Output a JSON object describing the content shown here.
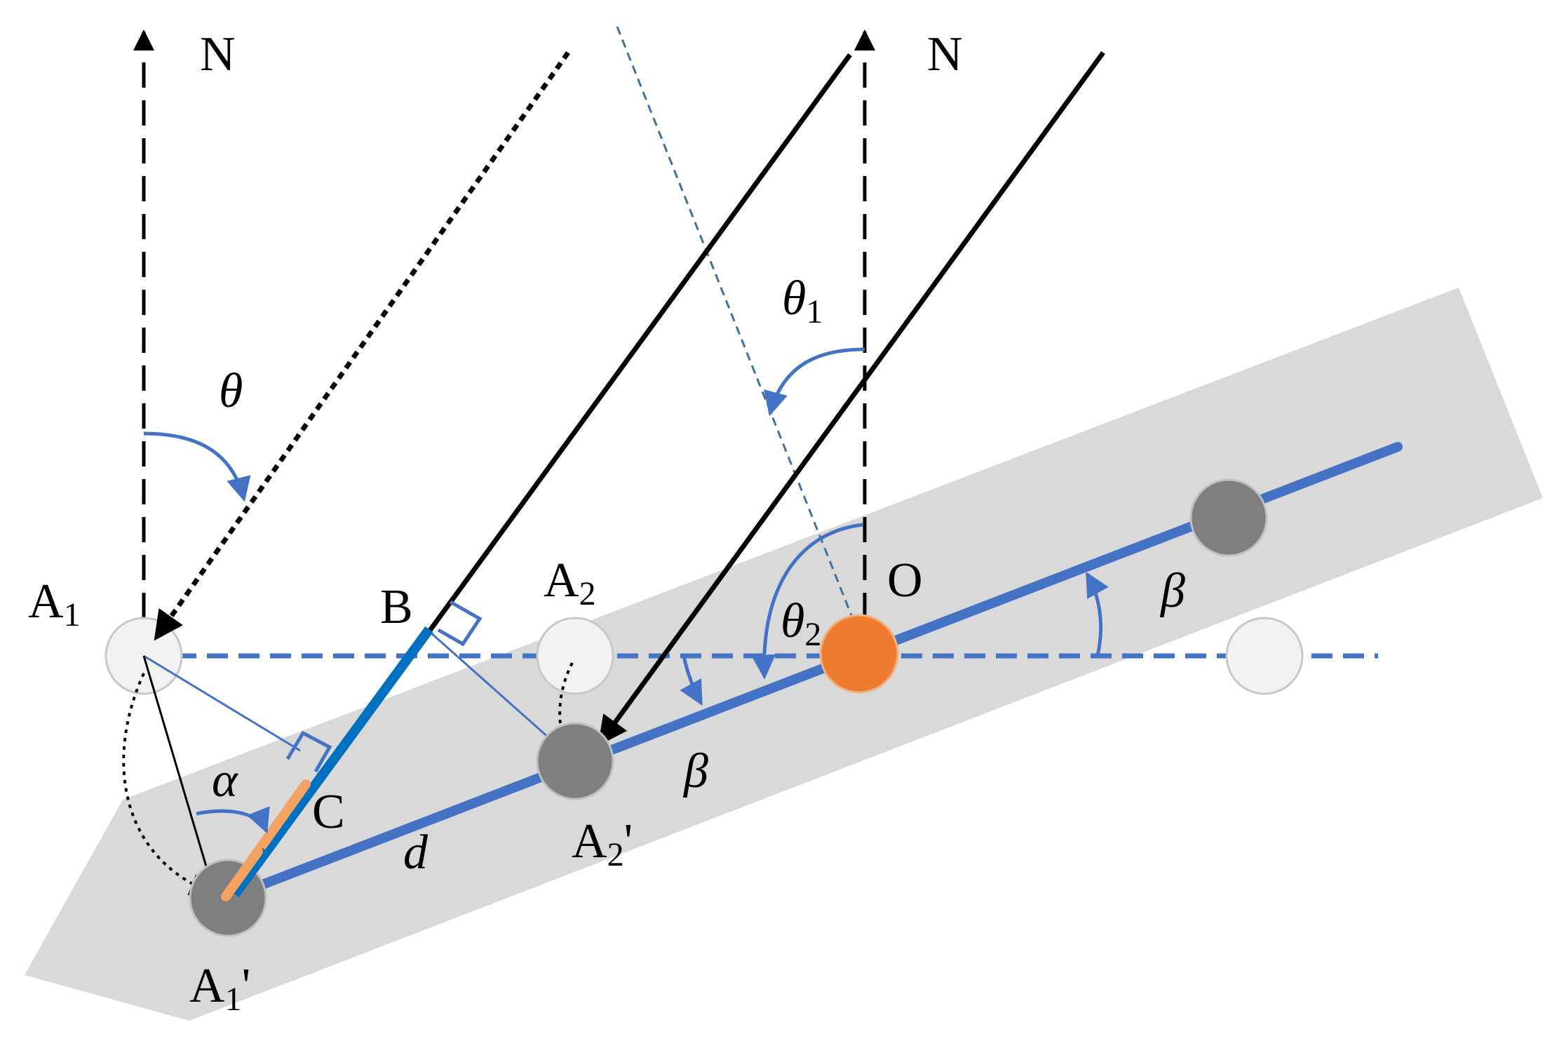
{
  "labels": {
    "north_left": "N",
    "north_right": "N",
    "a1": "A",
    "a1_sub": "1",
    "a2": "A",
    "a2_sub": "2",
    "b": "B",
    "c": "C",
    "o": "O",
    "a1_prime": "A",
    "a1_prime_sub": "1",
    "a1_prime_mark": "'",
    "a2_prime": "A",
    "a2_prime_sub": "2",
    "a2_prime_mark": "'",
    "theta": "θ",
    "theta1": "θ",
    "theta1_sub": "1",
    "theta2": "θ",
    "theta2_sub": "2",
    "alpha": "α",
    "beta_upper": "β",
    "beta_lower": "β",
    "d": "d"
  },
  "colors": {
    "band": "#d9d9d9",
    "blue": "#4472c4",
    "dark_blue": "#0070c0",
    "orange": "#ed7d31",
    "orange_light": "#f4a261",
    "gray_circle": "#7f7f7f",
    "light_circle": "#f2f2f2",
    "black": "#000000"
  }
}
